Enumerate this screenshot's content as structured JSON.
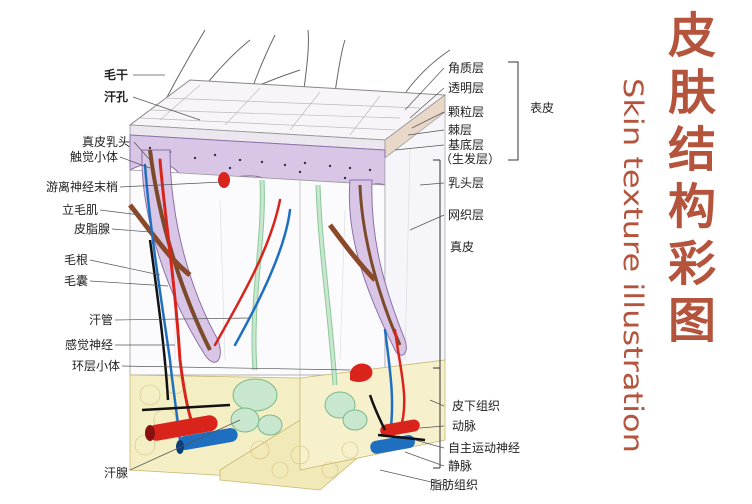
{
  "title_cn": [
    "皮",
    "肤",
    "结",
    "构",
    "彩",
    "图"
  ],
  "title_en": "Skin texture illustration",
  "colors": {
    "title": "#b5543c",
    "epidermis": "#d9c6e6",
    "artery": "#d9241c",
    "vein": "#1f6fc1",
    "fat": "#f1e9b8",
    "gland": "#c9e7cf"
  },
  "labels_left": {
    "hair_shaft": "毛干",
    "sweat_pore": "汗孔",
    "dermal_papilla": "真皮乳头",
    "tactile_corpuscle": "触觉小体",
    "free_nerve_ending": "游离神经末梢",
    "arrector_pili": "立毛肌",
    "sebaceous_gland": "皮脂腺",
    "hair_root": "毛根",
    "hair_follicle": "毛囊",
    "sweat_duct": "汗管",
    "sensory_nerve": "感觉神经",
    "lamellar_corpuscle": "环层小体",
    "sweat_gland": "汗腺"
  },
  "labels_right": {
    "stratum_corneum": "角质层",
    "stratum_lucidum": "透明层",
    "stratum_granulosum": "颗粒层",
    "stratum_spinosum": "棘层",
    "stratum_basale": "基底层",
    "germinal_layer": "（生发层）",
    "epidermis": "表皮",
    "papillary_layer": "乳头层",
    "reticular_layer": "网织层",
    "dermis": "真皮",
    "subcutaneous_tissue": "皮下组织",
    "artery": "动脉",
    "autonomic_nerve": "自主运动神经",
    "vein": "静脉",
    "adipose_tissue": "脂肪组织"
  }
}
